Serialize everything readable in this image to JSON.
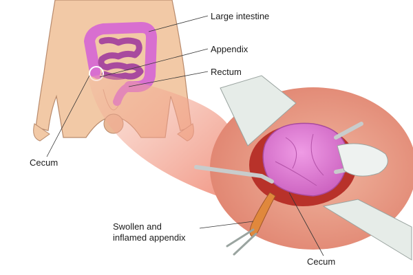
{
  "labels": {
    "large_intestine": "Large intestine",
    "appendix": "Appendix",
    "rectum": "Rectum",
    "cecum_upper": "Cecum",
    "swollen_line1": "Swollen and",
    "swollen_line2": "inflamed appendix",
    "cecum_lower": "Cecum"
  },
  "colors": {
    "skin": "#f2c9a6",
    "skin_shadow": "#e3a98a",
    "intestine": "#d86fd0",
    "intestine_dark": "#a84a9e",
    "tissue": "#e89a86",
    "tissue_dark": "#b8322a",
    "appendix_inflamed": "#e0883c",
    "highlight_circle": "#ffffff",
    "drape": "#e6ece8",
    "instrument": "#c8cccc"
  }
}
